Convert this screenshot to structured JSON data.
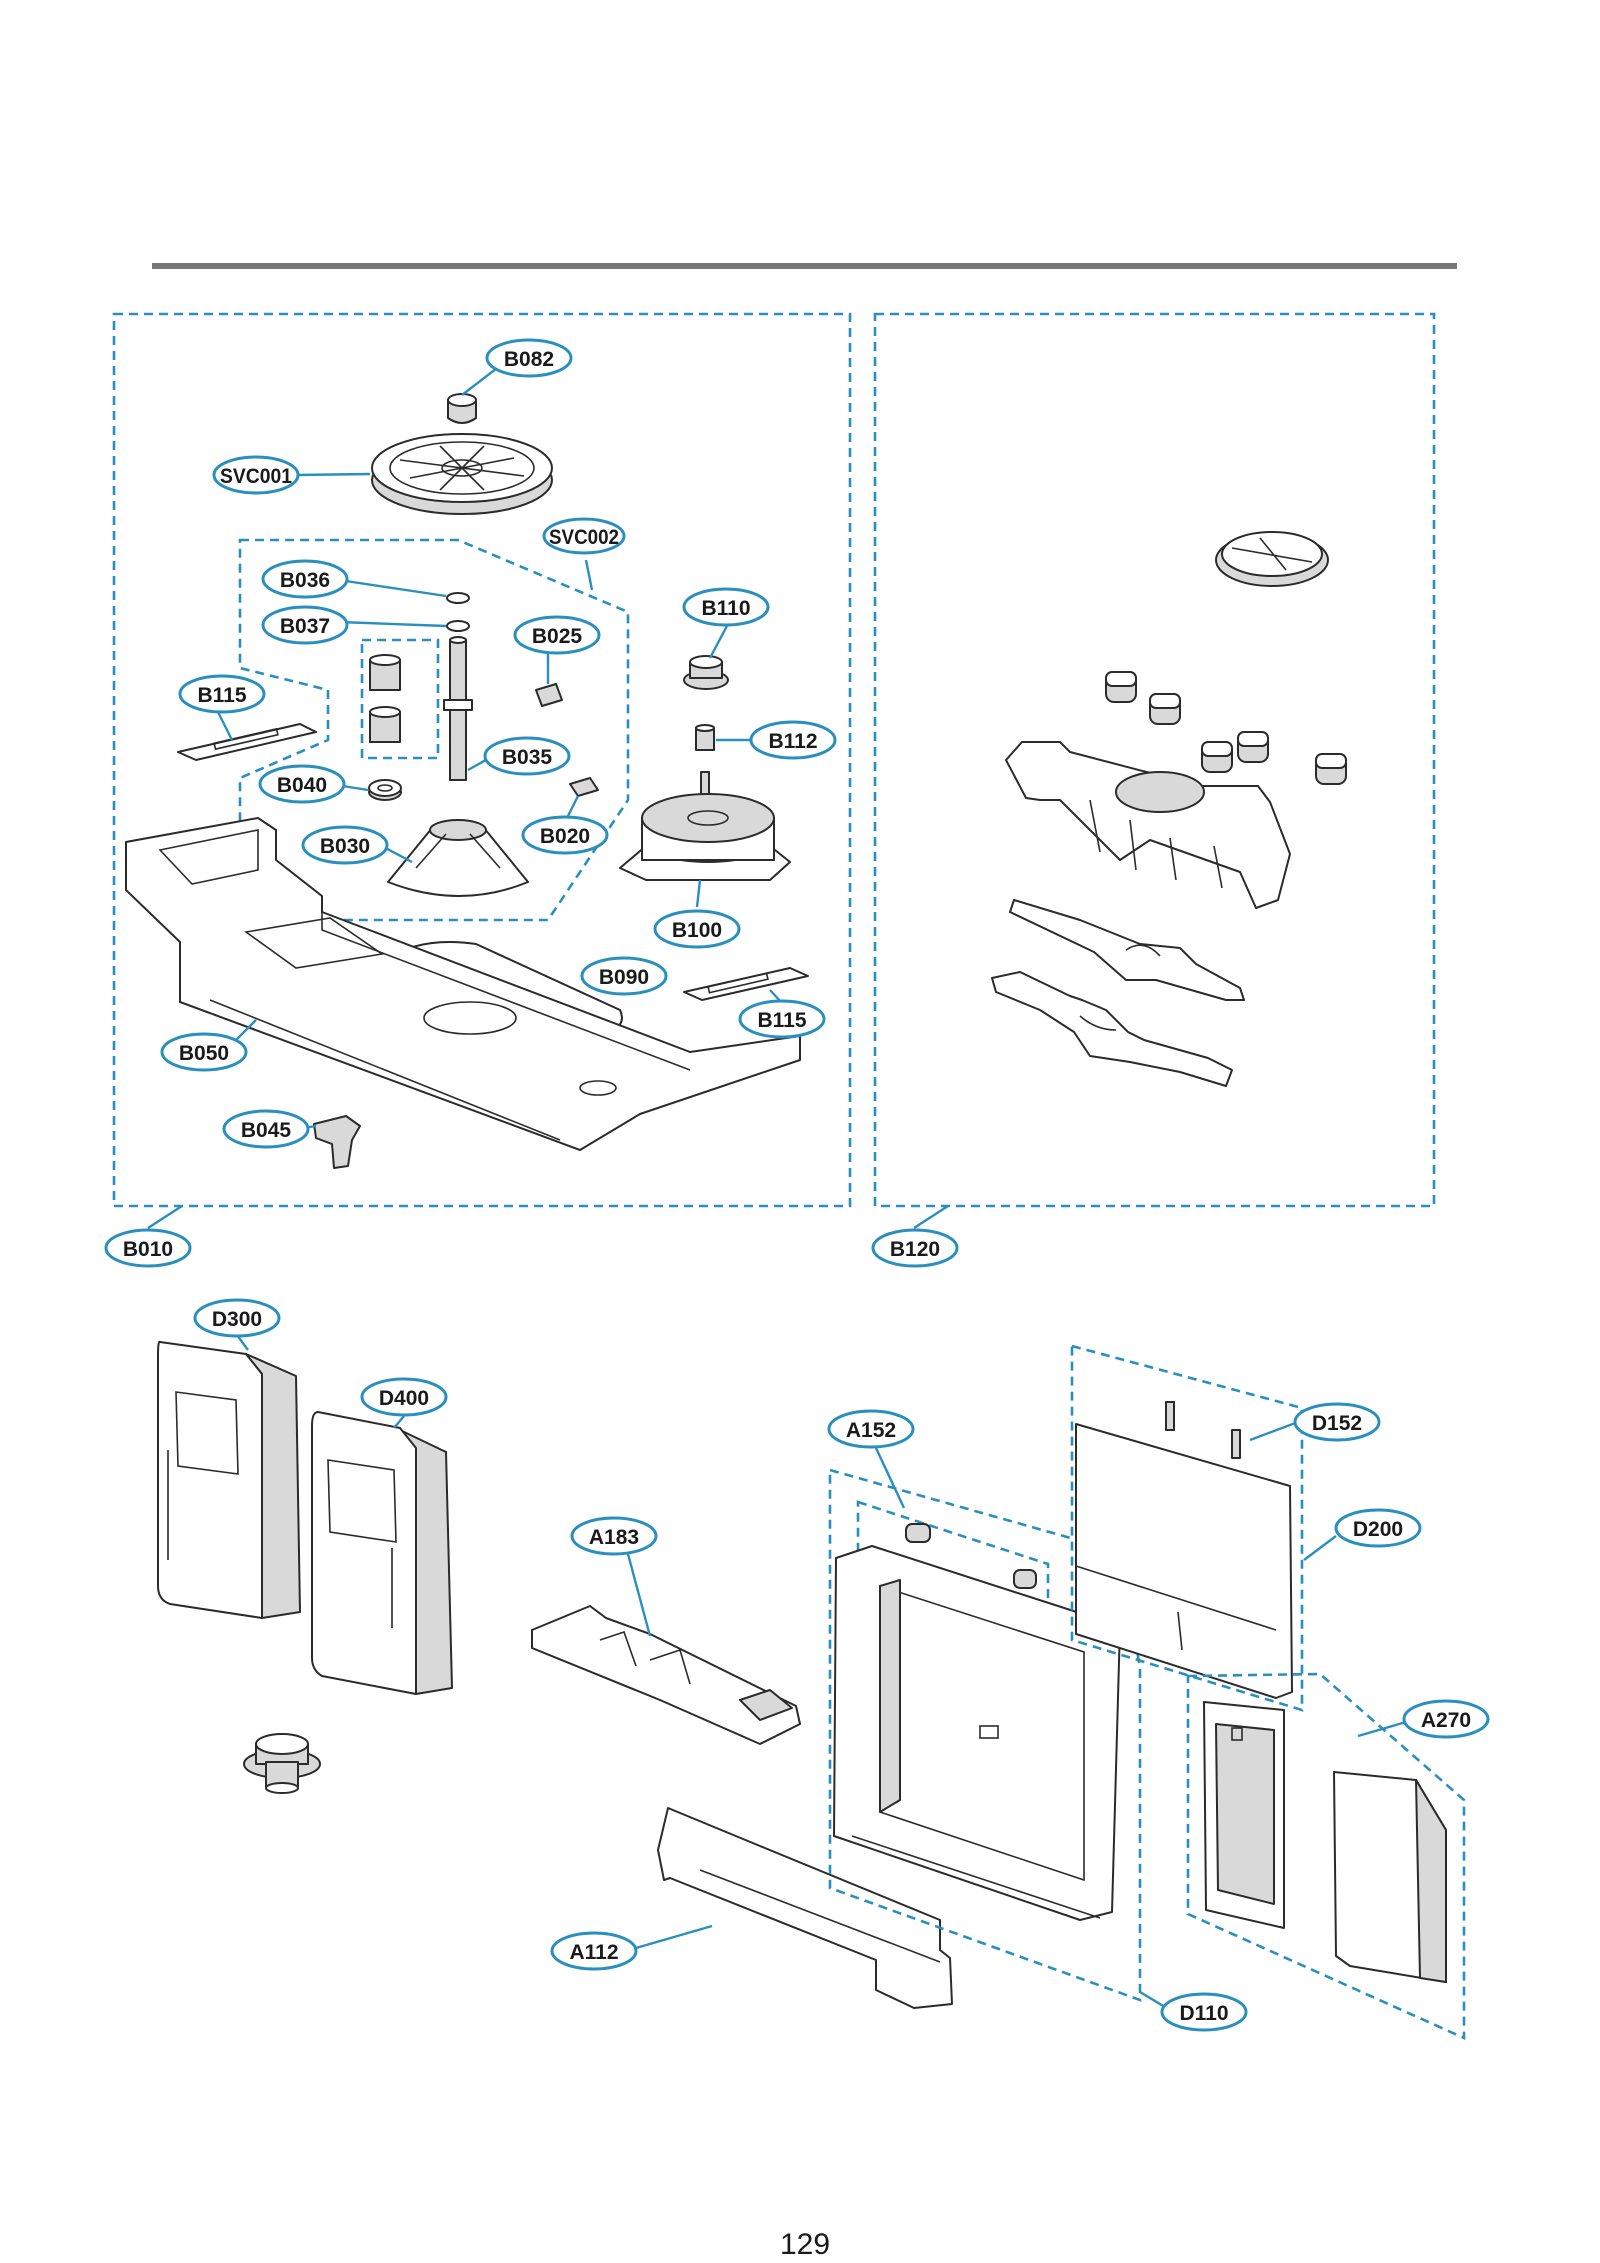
{
  "page_number": "129",
  "labels": {
    "B082": "B082",
    "SVC001": "SVC001",
    "SVC002": "SVC002",
    "B036": "B036",
    "B037": "B037",
    "B025": "B025",
    "B110": "B110",
    "B115_left": "B115",
    "B112": "B112",
    "B035": "B035",
    "B040": "B040",
    "B020": "B020",
    "B030": "B030",
    "B100": "B100",
    "B090": "B090",
    "B115_right": "B115",
    "B050": "B050",
    "B045": "B045",
    "B010": "B010",
    "B120": "B120",
    "D300": "D300",
    "D400": "D400",
    "A152": "A152",
    "D152": "D152",
    "A183": "A183",
    "D200": "D200",
    "A270": "A270",
    "A112": "A112",
    "D110": "D110"
  },
  "colors": {
    "callout": "#2a8fbf",
    "rule": "#777777"
  }
}
